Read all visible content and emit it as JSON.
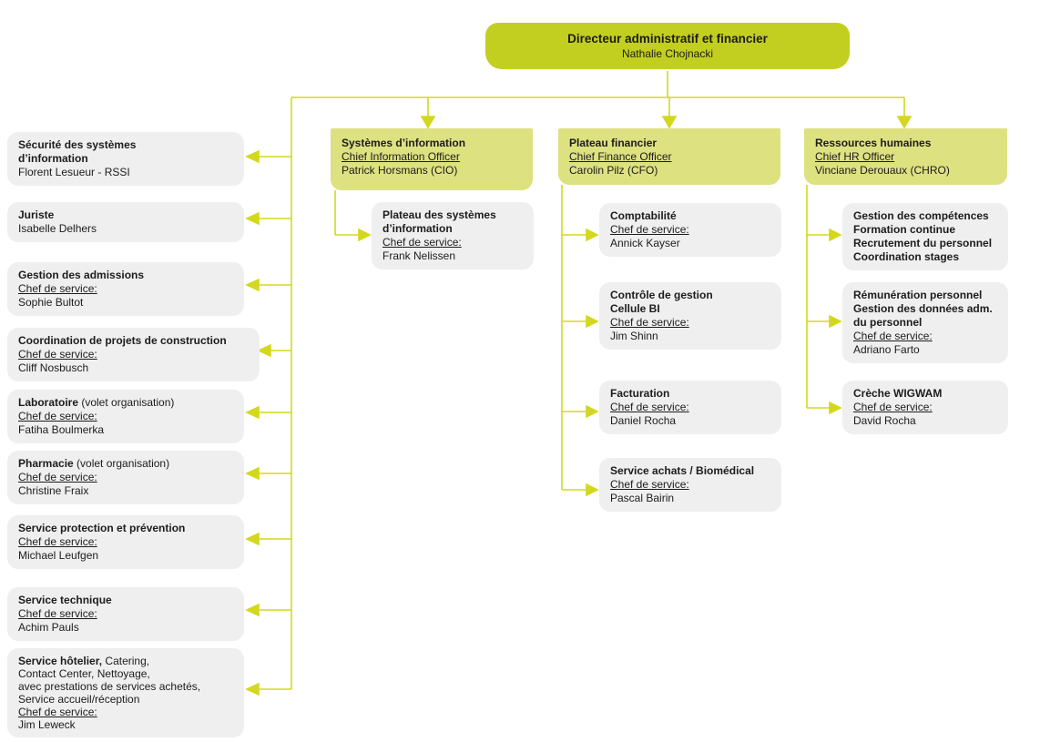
{
  "palette": {
    "accent": "#c3cf20",
    "accent_light": "#dde180",
    "node_gray": "#efefef",
    "connector": "#d3d81f",
    "text": "#1c1c1c"
  },
  "root": {
    "title": "Directeur administratif et financier",
    "person": "Nathalie Chojnacki"
  },
  "departments": {
    "si": {
      "title": "Systèmes d’information",
      "role": "Chief Information Officer",
      "person": "Patrick Horsmans (CIO)"
    },
    "fin": {
      "title": "Plateau financier",
      "role": "Chief Finance Officer",
      "person": "Carolin Pilz (CFO)"
    },
    "hr": {
      "title": "Ressources humaines",
      "role": "Chief HR Officer",
      "person": "Vinciane Derouaux (CHRO)"
    }
  },
  "left_column": {
    "items": [
      {
        "title": "Sécurité des systèmes\nd’information",
        "person": "Florent Lesueur - RSSI"
      },
      {
        "title": "Juriste",
        "person": "Isabelle Delhers"
      },
      {
        "title": "Gestion des admissions",
        "role": "Chef de service:",
        "person": "Sophie Bultot"
      },
      {
        "title": "Coordination de projets de construction",
        "role": "Chef de service:",
        "person": "Cliff Nosbusch"
      },
      {
        "title": "Laboratoire",
        "title2": " (volet organisation)",
        "role": "Chef de service:",
        "person": "Fatiha Boulmerka"
      },
      {
        "title": "Pharmacie",
        "title2": " (volet organisation)",
        "role": "Chef de service:",
        "person": "Christine Fraix"
      },
      {
        "title": "Service protection et prévention",
        "role": "Chef de service:",
        "person": "Michael Leufgen"
      },
      {
        "title": "Service technique",
        "role": "Chef de service:",
        "person": "Achim Pauls"
      },
      {
        "title": "Service hôtelier,",
        "title2": " Catering,\nContact Center, Nettoyage,\navec prestations de services achetés,\nService accueil/réception",
        "role": "Chef de service:",
        "person": "Jim Leweck"
      }
    ]
  },
  "si_children": {
    "items": [
      {
        "title": "Plateau des systèmes\nd’information",
        "role": "Chef de service:",
        "person": "Frank Nelissen"
      }
    ]
  },
  "fin_children": {
    "items": [
      {
        "title": "Comptabilité",
        "role": "Chef de service:",
        "person": "Annick Kayser"
      },
      {
        "title": "Contrôle de gestion\nCellule BI",
        "role": "Chef de service:",
        "person": "Jim Shinn"
      },
      {
        "title": "Facturation",
        "role": "Chef de service:",
        "person": "Daniel Rocha"
      },
      {
        "title": "Service achats / Biomédical",
        "role": "Chef de service:",
        "person": "Pascal Bairin"
      }
    ]
  },
  "hr_children": {
    "items": [
      {
        "title": "Gestion des compétences\nFormation continue\nRecrutement du personnel\nCoordination stages"
      },
      {
        "title": "Rémunération personnel\nGestion des données adm.\ndu personnel",
        "role": "Chef de service:",
        "person": "Adriano Farto"
      },
      {
        "title": "Crèche WIGWAM",
        "role": "Chef de service:",
        "person": "David Rocha"
      }
    ]
  }
}
